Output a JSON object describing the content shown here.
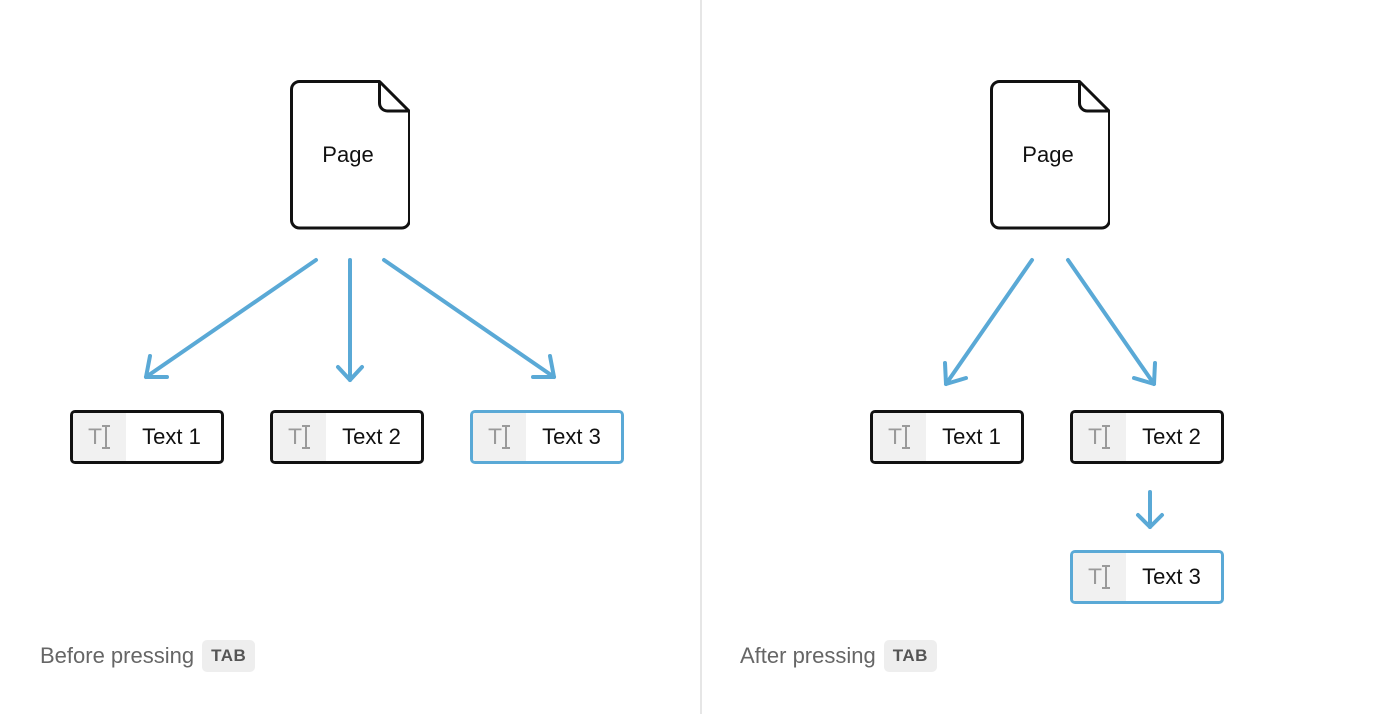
{
  "colors": {
    "arrow": "#5aa9d6",
    "selected_border": "#5aa9d6",
    "border": "#111111",
    "icon_bg": "#f1f1f1"
  },
  "before": {
    "page_label": "Page",
    "blocks": [
      {
        "label": "Text 1",
        "icon": "text-type-icon"
      },
      {
        "label": "Text 2",
        "icon": "text-type-icon"
      },
      {
        "label": "Text 3",
        "icon": "text-type-icon",
        "selected": true
      }
    ],
    "caption": "Before pressing",
    "key": "TAB"
  },
  "after": {
    "page_label": "Page",
    "blocks": [
      {
        "label": "Text 1",
        "icon": "text-type-icon"
      },
      {
        "label": "Text 2",
        "icon": "text-type-icon"
      },
      {
        "label": "Text 3",
        "icon": "text-type-icon",
        "selected": true,
        "child_of": "Text 2"
      }
    ],
    "caption": "After pressing",
    "key": "TAB"
  }
}
